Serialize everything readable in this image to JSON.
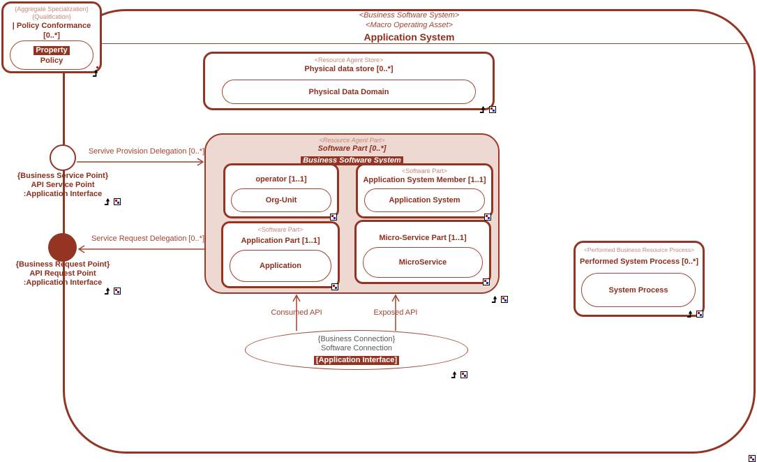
{
  "colors": {
    "accent_dark": "#943524",
    "accent_text": "#8e2e1d",
    "accent_mid": "#a3452f",
    "stereotype_light": "#c4887a",
    "container_fill": "#edd9d2",
    "highlight_bg": "#943524",
    "highlight_fg": "#ffffff",
    "gray_text": "#5a5a5a"
  },
  "icons": {
    "navigate": "bent-arrow-up-icon",
    "diagram": "square-with-red-blue-dots-icon"
  },
  "boundary": {
    "stereotype1": "<Business Software System>",
    "stereotype2": "<Macro Operating Asset>",
    "title": "Application System"
  },
  "policy_box": {
    "line1": "{Aggregate Specialization}",
    "line2": "{Qualification}",
    "line3": "| Policy Conformance [0..*]",
    "line4": "|",
    "highlight": "Property",
    "name": "Policy"
  },
  "data_store": {
    "stereotype": "<Resource Agent Store>",
    "label": "Physical data store [0..*]",
    "inner": "Physical Data Domain"
  },
  "software_part": {
    "stereotype": "<Resource Agent Part>",
    "label": "Software Part [0..*]",
    "highlight": "Business Software System",
    "operator": {
      "label": "operator [1..1]",
      "inner": "Org-Unit"
    },
    "member": {
      "stereotype": "<Software Part>",
      "label": "Application System Member [1..1]",
      "inner": "Application System"
    },
    "app_part": {
      "stereotype": "<Software Part>",
      "label": "Application Part [1..1]",
      "inner": "Application"
    },
    "micro": {
      "label": "Micro-Service Part [1..1]",
      "inner": "MicroService"
    }
  },
  "performed": {
    "stereotype": "<Performed Business Resource Process>",
    "label": "Performed System Process [0..*]",
    "inner": "System Process"
  },
  "service_point": {
    "line1": "{Business Service Point}",
    "line2": "API Service Point",
    "line3": ":Application Interface"
  },
  "request_point": {
    "line1": "{Business Request Point}",
    "line2": "API Request Point",
    "line3": ":Application Interface"
  },
  "arrows": {
    "provision": "Servive Provision Delegation [0..*]",
    "request": "Service Request Delegation [0..*]",
    "consumed": "Consumed API",
    "exposed": "Exposed API"
  },
  "connection": {
    "line1": "{Business Connection}",
    "line2": "Software Connection",
    "highlight": "[Application Interface]"
  }
}
